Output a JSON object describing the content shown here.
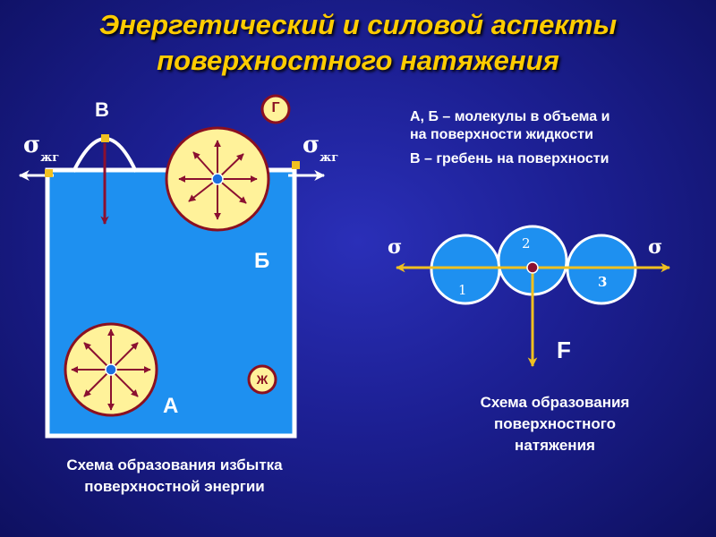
{
  "title": {
    "line1": "Энергетический и силовой аспекты",
    "line2": "поверхностного натяжения"
  },
  "left_diagram": {
    "label_v": "В",
    "label_g": "Г",
    "label_b": "Б",
    "label_a": "А",
    "label_zh": "Ж",
    "sigma": "σ",
    "sigma_sub": "жг",
    "caption_line1": "Схема образования избытка",
    "caption_line2": "поверхностной энергии"
  },
  "legend": {
    "line1": "А, Б – молекулы в объема и",
    "line2": "на поверхности жидкости",
    "line3": "В – гребень на поверхности"
  },
  "right_diagram": {
    "sigma_left": "σ",
    "sigma_right": "σ",
    "num1": "1",
    "num2": "2",
    "num3": "3",
    "force": "F",
    "caption_line1": "Схема образования",
    "caption_line2": "поверхностного",
    "caption_line3": "натяжения"
  },
  "colors": {
    "background": "#1c1f92",
    "title": "#ffcc00",
    "liquid": "#1e90f0",
    "molecule_fill": "#fff29a",
    "molecule_edge": "#8b1020",
    "arrow": "#8b1030",
    "gold": "#f0c020",
    "bubble": "#1e90f0"
  }
}
